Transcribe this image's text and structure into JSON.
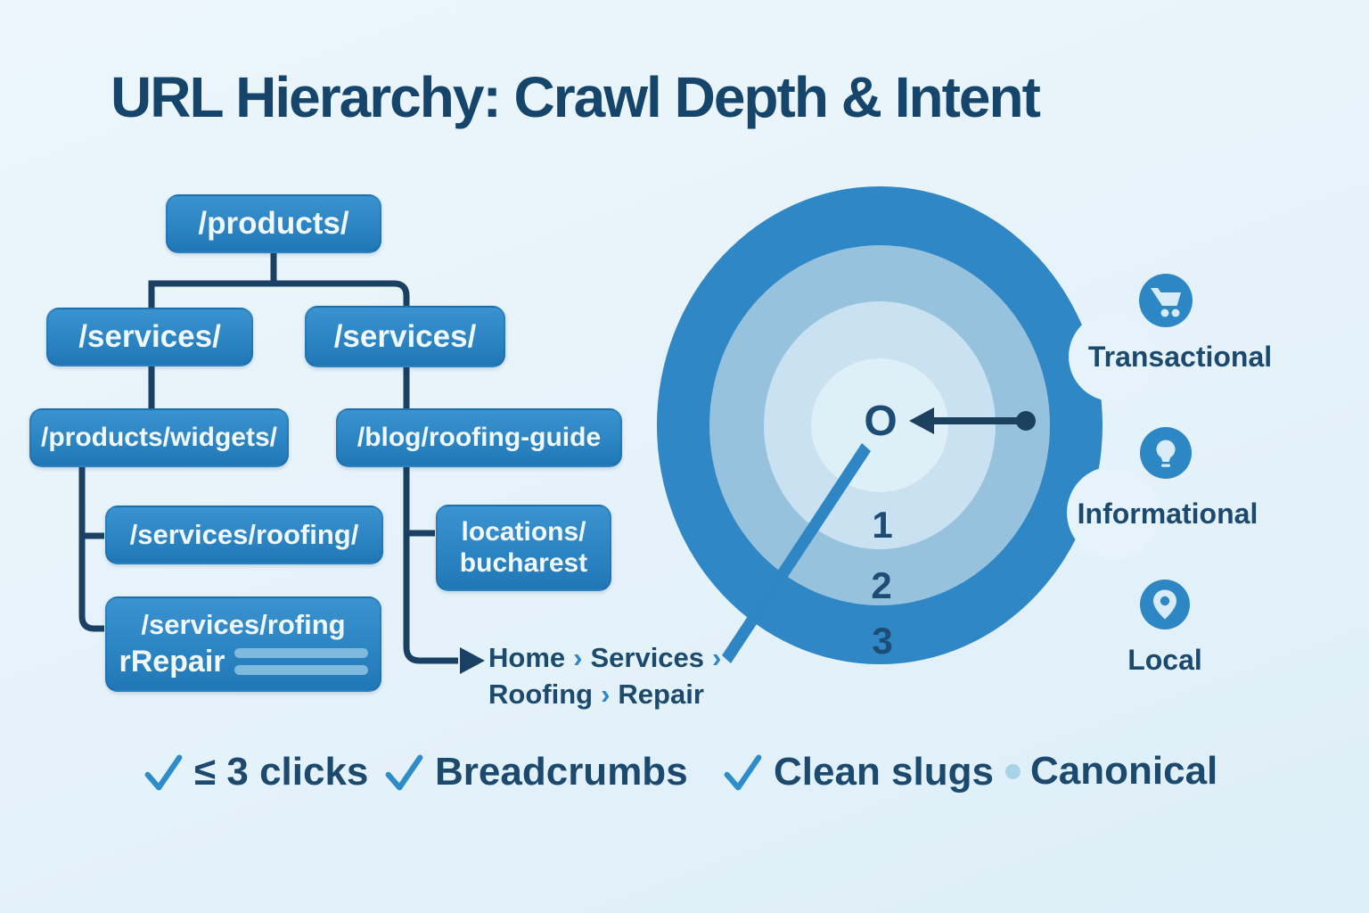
{
  "title": "URL Hierarchy: Crawl Depth & Intent",
  "colors": {
    "background": "#e7f3fa",
    "box_blue": "#2c85c3",
    "dark_navy": "#1c4a6e",
    "accent_blue": "#2f86c4",
    "connector_navy": "#1a4163",
    "ring_outer": "#3087c5",
    "ring_2": "#97c2de",
    "ring_1": "#c9e1f0",
    "ring_center": "#ddeff7"
  },
  "tree": {
    "nodes": [
      {
        "label": "/products/"
      },
      {
        "label": "/services/"
      },
      {
        "label": "/services/"
      },
      {
        "label": "/products/widgets/"
      },
      {
        "label": "/blog/roofing-guide"
      },
      {
        "label": "/services/roofing/"
      },
      {
        "line1": "locations/",
        "line2": "bucharest"
      },
      {
        "line1": "/services/rofing",
        "line2": "rRepair"
      }
    ]
  },
  "breadcrumb": {
    "line1": [
      {
        "text": "Home"
      },
      {
        "text": "›"
      },
      {
        "text": "Services"
      },
      {
        "text": "›"
      }
    ],
    "line2": [
      {
        "text": "Roofing"
      },
      {
        "text": "›"
      },
      {
        "text": "Repair"
      }
    ]
  },
  "crawl_depth": {
    "center_label": "O",
    "ring_labels": [
      "1",
      "2",
      "3"
    ]
  },
  "intents": [
    {
      "icon": "shopping-cart-icon",
      "label": "Transactional"
    },
    {
      "icon": "lightbulb-icon",
      "label": "Informational"
    },
    {
      "icon": "location-pin-icon",
      "label": "Local"
    }
  ],
  "checklist": [
    {
      "marker": "check",
      "label": "≤ 3 clicks"
    },
    {
      "marker": "check",
      "label": "Breadcrumbs"
    },
    {
      "marker": "check",
      "label": "Clean slugs"
    },
    {
      "marker": "dot",
      "label": "Canonical"
    }
  ]
}
